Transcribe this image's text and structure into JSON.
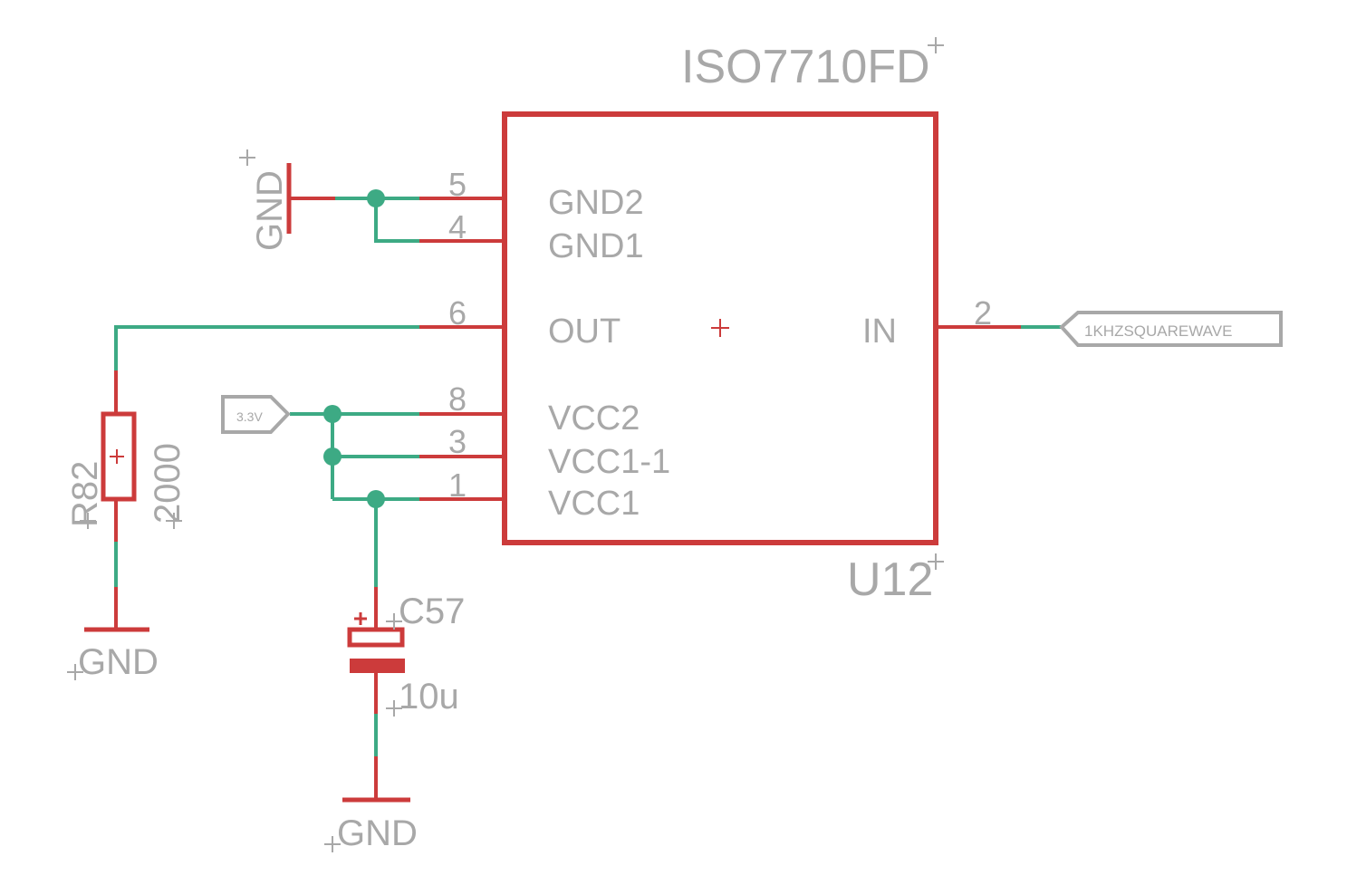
{
  "part": {
    "value": "ISO7710FD",
    "ref": "U12",
    "pins": [
      {
        "name": "GND2",
        "num": "5"
      },
      {
        "name": "GND1",
        "num": "4"
      },
      {
        "name": "OUT",
        "num": "6"
      },
      {
        "name": "VCC2",
        "num": "8"
      },
      {
        "name": "VCC1-1",
        "num": "3"
      },
      {
        "name": "VCC1",
        "num": "1"
      },
      {
        "name": "IN",
        "num": "2"
      }
    ]
  },
  "labels": {
    "input_net": "1KHZSQUAREWAVE",
    "supply_net": "3.3V",
    "gnd_top": "GND",
    "gnd_resistor": "GND",
    "gnd_cap": "GND"
  },
  "resistor": {
    "ref": "R82",
    "value": "2000"
  },
  "capacitor": {
    "ref": "C57",
    "value": "10u"
  },
  "colors": {
    "symbol": "#cc3b3b",
    "wire": "#3daa84",
    "text": "#a8a8a8"
  }
}
